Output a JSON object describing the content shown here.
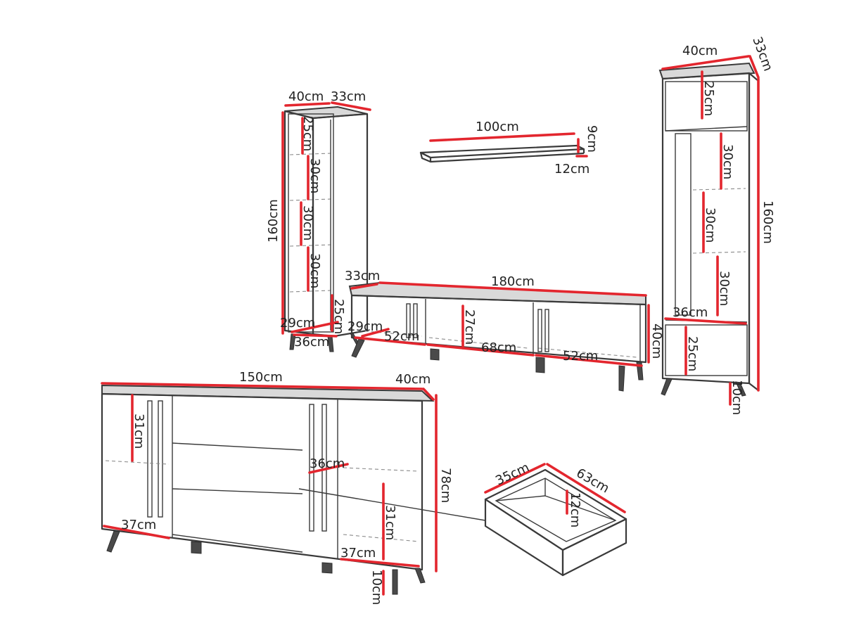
{
  "tall_cabinet_left": {
    "width": "40cm",
    "depth": "33cm",
    "height": "160cm",
    "shelf_1": "25cm",
    "shelf_2": "30cm",
    "shelf_3": "30cm",
    "shelf_4": "30cm",
    "bottom": "25cm",
    "inner_depth": "29cm",
    "inner_width": "36cm"
  },
  "wall_shelf": {
    "width": "100cm",
    "height": "9cm",
    "depth": "12cm"
  },
  "tv_stand": {
    "depth": "33cm",
    "width": "180cm",
    "height": "40cm",
    "inner_height": "27cm",
    "inner_depth": "29cm",
    "left_compartment": "52cm",
    "middle_compartment": "68cm",
    "right_compartment": "52cm"
  },
  "tall_cabinet_right": {
    "width": "40cm",
    "depth": "33cm",
    "height": "160cm",
    "shelf_1": "25cm",
    "shelf_2": "30cm",
    "shelf_3": "30cm",
    "shelf_4": "30cm",
    "inner_width": "36cm",
    "bottom": "25cm",
    "legs": "10cm"
  },
  "sideboard": {
    "width": "150cm",
    "depth": "40cm",
    "height": "78cm",
    "left_shelf": "31cm",
    "left_inner_width": "37cm",
    "right_inner_depth": "36cm",
    "right_shelf": "31cm",
    "right_inner_width": "37cm",
    "legs": "10cm"
  },
  "drawer": {
    "depth": "35cm",
    "width": "63cm",
    "height": "12cm"
  }
}
